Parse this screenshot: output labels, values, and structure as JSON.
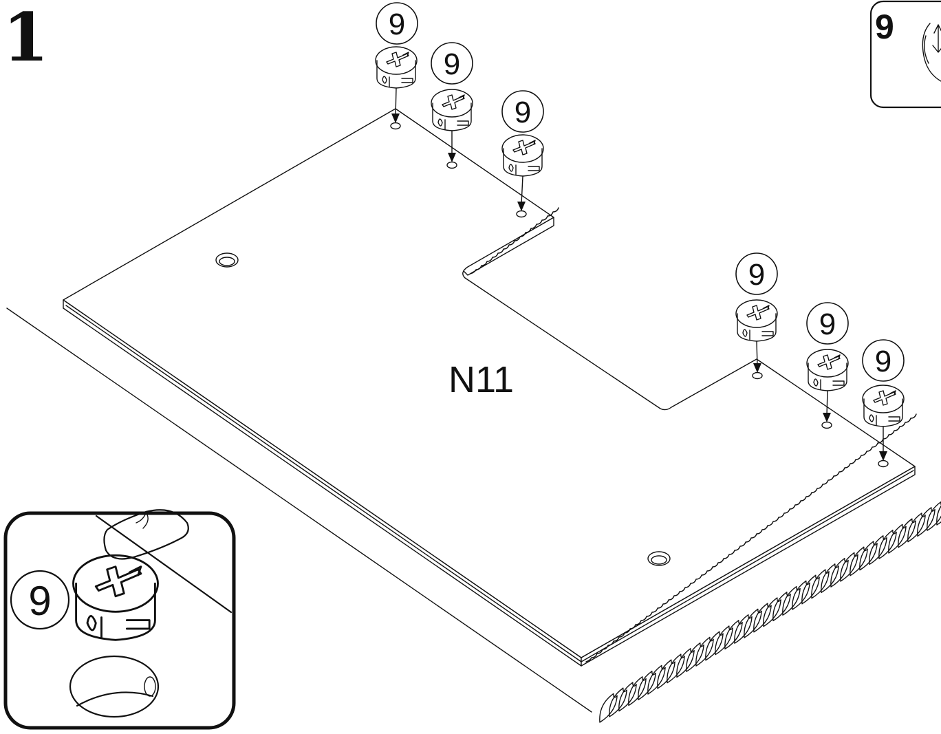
{
  "step": {
    "number": "1"
  },
  "panel": {
    "label": "N11"
  },
  "part": {
    "label": "9",
    "count": 7
  },
  "legend": {
    "label": "9",
    "icon": "cam-lock-fitting-icon"
  },
  "detail": {
    "label": "9",
    "icon": "finger-press-cam-icon"
  }
}
